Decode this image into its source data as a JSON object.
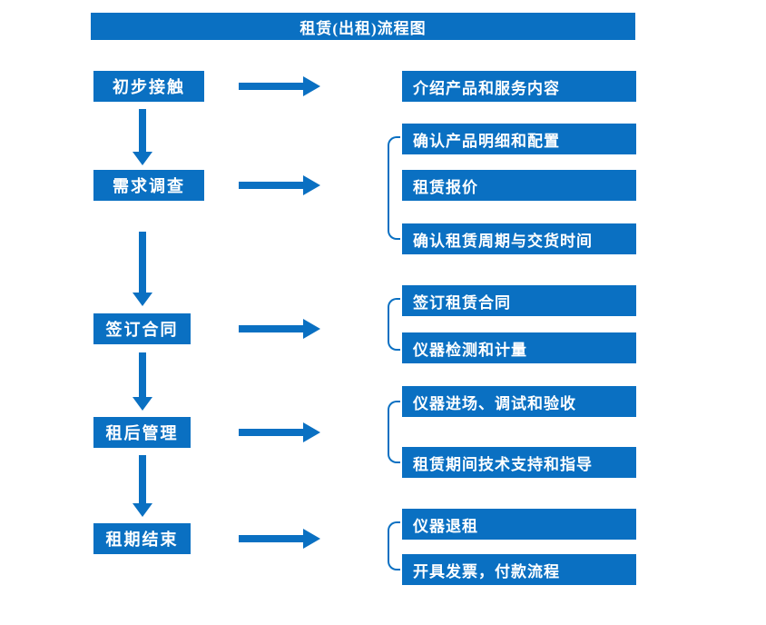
{
  "title": "租赁(出租)流程图",
  "colors": {
    "primary": "#0a70c2",
    "text_on_primary": "#ffffff",
    "background": "#ffffff"
  },
  "stages": [
    {
      "label": "初步接触",
      "items": [
        "介绍产品和服务内容"
      ]
    },
    {
      "label": "需求调查",
      "items": [
        "确认产品明细和配置",
        "租赁报价",
        "确认租赁周期与交货时间"
      ]
    },
    {
      "label": "签订合同",
      "items": [
        "签订租赁合同",
        "仪器检测和计量"
      ]
    },
    {
      "label": "租后管理",
      "items": [
        "仪器进场、调试和验收",
        "租赁期间技术支持和指导"
      ]
    },
    {
      "label": "租期结束",
      "items": [
        "仪器退租",
        "开具发票，付款流程"
      ]
    }
  ]
}
